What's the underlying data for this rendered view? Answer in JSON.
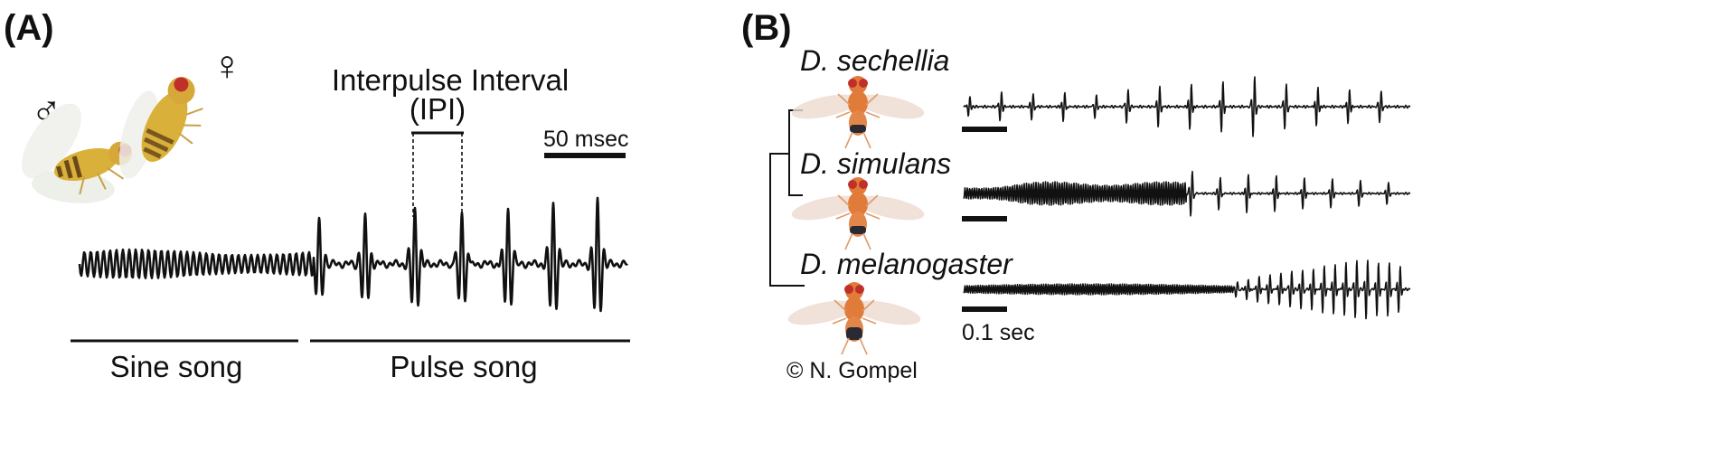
{
  "panel_a": {
    "label": "(A)",
    "male_symbol": "♂",
    "female_symbol": "♀",
    "ipi_title": "Interpulse Interval",
    "ipi_abbrev": "(IPI)",
    "scale_label": "50 msec",
    "sine_label": "Sine song",
    "pulse_label": "Pulse song"
  },
  "panel_b": {
    "label": "(B)",
    "species": [
      {
        "name": "D. sechellia"
      },
      {
        "name": "D. simulans"
      },
      {
        "name": "D. melanogaster"
      }
    ],
    "scale_label": "0.1 sec",
    "credit": "© N. Gompel"
  },
  "colors": {
    "ink": "#111111",
    "fly_body_yellow": "#d9b13a",
    "fly_body_orange": "#e07b3a",
    "fly_eye_red": "#c0302a"
  }
}
